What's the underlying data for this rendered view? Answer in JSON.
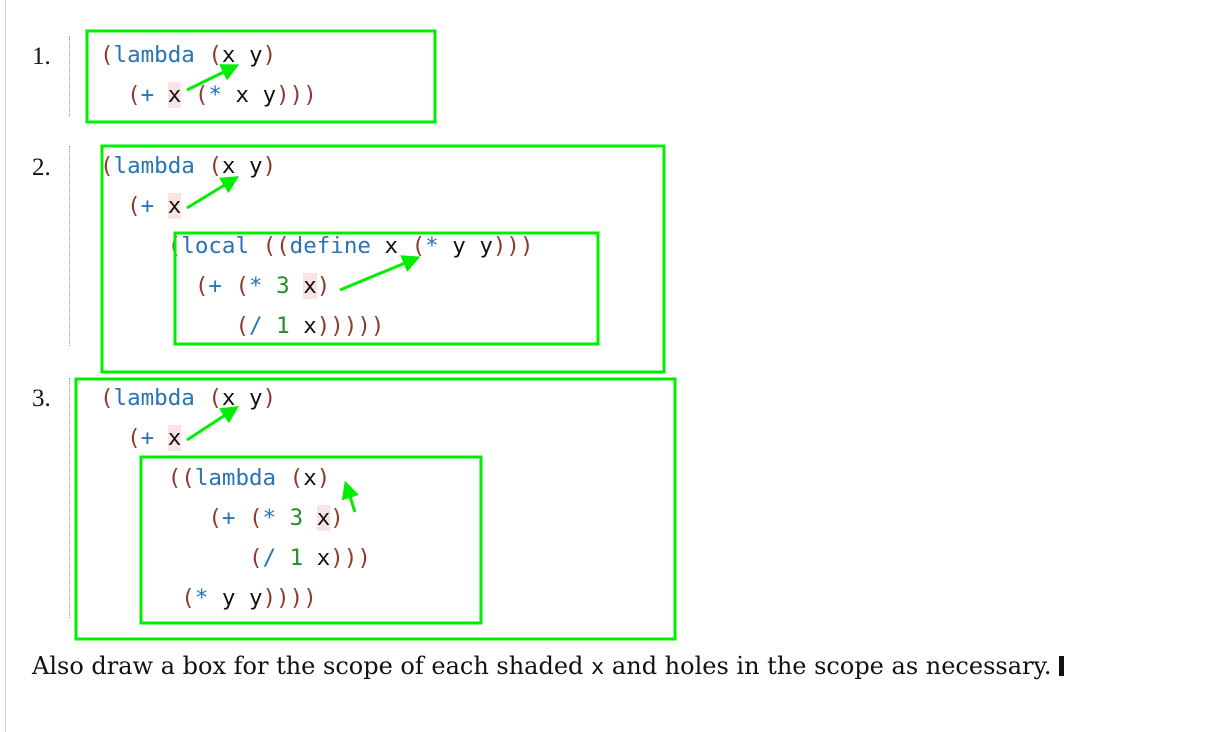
{
  "items": [
    {
      "number": "1."
    },
    {
      "number": "2."
    },
    {
      "number": "3."
    }
  ],
  "code": {
    "lambda": "lambda",
    "local": "local",
    "define": "define",
    "x": "x",
    "y": "y",
    "plus": "+",
    "times": "*",
    "div": "/",
    "three": "3",
    "one": "1"
  },
  "prose": {
    "before": "Also draw a box for the scope of each shaded ",
    "var": "x",
    "after": " and holes in the scope as necessary."
  },
  "colors": {
    "annotation_green": "#00ee00",
    "paren": "#8b3a2b",
    "keyword": "#2a73b4",
    "number": "#2a8a2a",
    "shade": "#fbe3e3"
  }
}
